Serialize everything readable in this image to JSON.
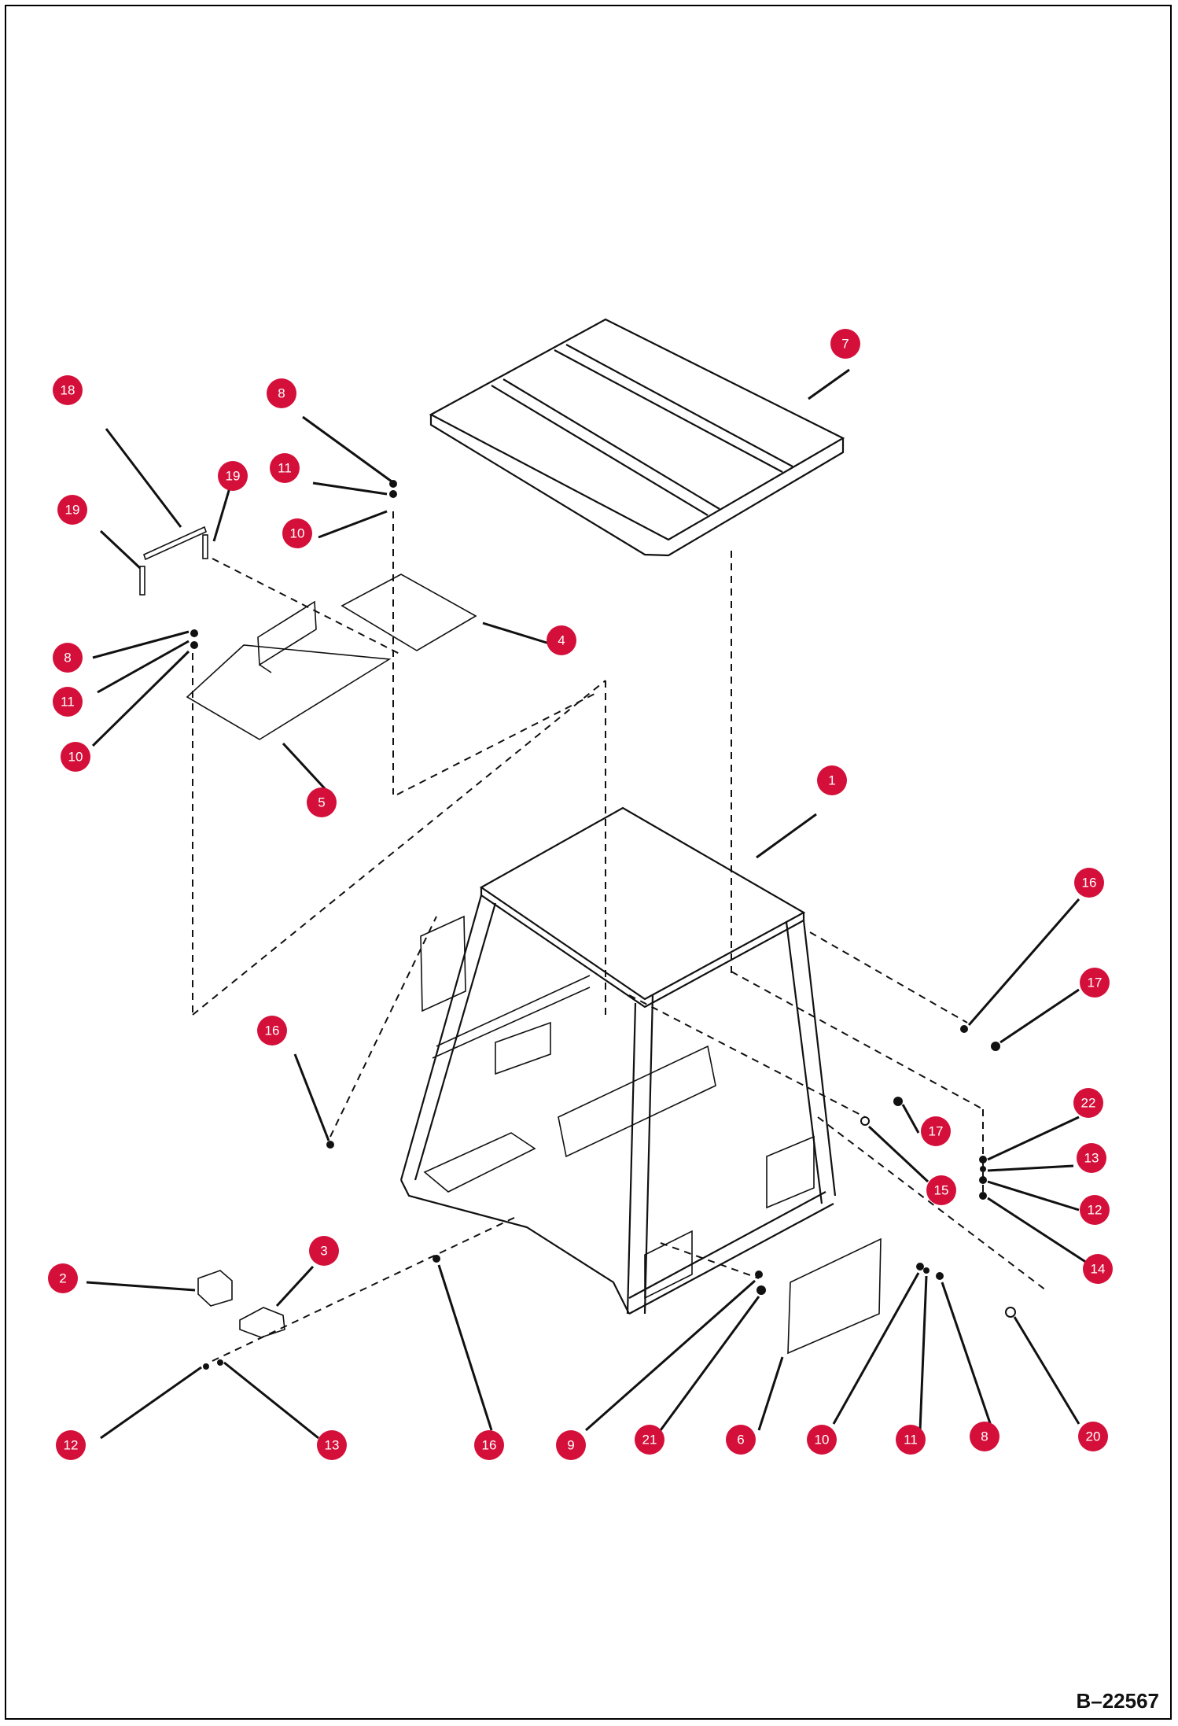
{
  "drawing_code": "B–22567",
  "callouts": [
    {
      "label": "7"
    },
    {
      "label": "18"
    },
    {
      "label": "8"
    },
    {
      "label": "11"
    },
    {
      "label": "19"
    },
    {
      "label": "19"
    },
    {
      "label": "10"
    },
    {
      "label": "4"
    },
    {
      "label": "8"
    },
    {
      "label": "11"
    },
    {
      "label": "10"
    },
    {
      "label": "5"
    },
    {
      "label": "1"
    },
    {
      "label": "16"
    },
    {
      "label": "17"
    },
    {
      "label": "16"
    },
    {
      "label": "22"
    },
    {
      "label": "13"
    },
    {
      "label": "17"
    },
    {
      "label": "15"
    },
    {
      "label": "12"
    },
    {
      "label": "14"
    },
    {
      "label": "2"
    },
    {
      "label": "3"
    },
    {
      "label": "12"
    },
    {
      "label": "13"
    },
    {
      "label": "16"
    },
    {
      "label": "9"
    },
    {
      "label": "21"
    },
    {
      "label": "6"
    },
    {
      "label": "10"
    },
    {
      "label": "11"
    },
    {
      "label": "8"
    },
    {
      "label": "20"
    }
  ]
}
